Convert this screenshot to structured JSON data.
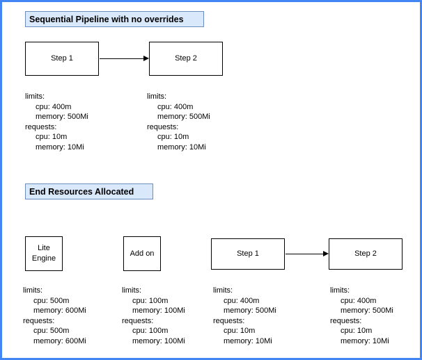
{
  "colors": {
    "page_border": "#4285f4",
    "section_header_fill": "#dae8fc",
    "section_header_border": "#6c8ebf",
    "node_fill": "#ffffff",
    "node_border": "#000000"
  },
  "sections": [
    {
      "title": "Sequential Pipeline with no overrides",
      "edges": [
        {
          "from": "Step 1",
          "to": "Step 2"
        }
      ],
      "nodes": [
        {
          "label": "Step 1",
          "resources": {
            "limits_label": "limits:",
            "limits_cpu": "cpu: 400m",
            "limits_memory": "memory: 500Mi",
            "requests_label": "requests:",
            "requests_cpu": "cpu: 10m",
            "requests_memory": "memory: 10Mi"
          }
        },
        {
          "label": "Step 2",
          "resources": {
            "limits_label": "limits:",
            "limits_cpu": "cpu: 400m",
            "limits_memory": "memory: 500Mi",
            "requests_label": "requests:",
            "requests_cpu": "cpu: 10m",
            "requests_memory": "memory: 10Mi"
          }
        }
      ]
    },
    {
      "title": "End Resources Allocated",
      "edges": [
        {
          "from": "Step 1",
          "to": "Step 2"
        }
      ],
      "nodes": [
        {
          "label": "Lite Engine",
          "resources": {
            "limits_label": "limits:",
            "limits_cpu": "cpu: 500m",
            "limits_memory": "memory: 600Mi",
            "requests_label": "requests:",
            "requests_cpu": "cpu: 500m",
            "requests_memory": "memory: 600Mi"
          }
        },
        {
          "label": "Add on",
          "resources": {
            "limits_label": "limits:",
            "limits_cpu": "cpu: 100m",
            "limits_memory": "memory: 100Mi",
            "requests_label": "requests:",
            "requests_cpu": "cpu: 100m",
            "requests_memory": "memory: 100Mi"
          }
        },
        {
          "label": "Step 1",
          "resources": {
            "limits_label": "limits:",
            "limits_cpu": "cpu: 400m",
            "limits_memory": "memory: 500Mi",
            "requests_label": "requests:",
            "requests_cpu": "cpu: 10m",
            "requests_memory": "memory: 10Mi"
          }
        },
        {
          "label": "Step 2",
          "resources": {
            "limits_label": "limits:",
            "limits_cpu": "cpu: 400m",
            "limits_memory": "memory: 500Mi",
            "requests_label": "requests:",
            "requests_cpu": "cpu: 10m",
            "requests_memory": "memory: 10Mi"
          }
        }
      ]
    }
  ]
}
